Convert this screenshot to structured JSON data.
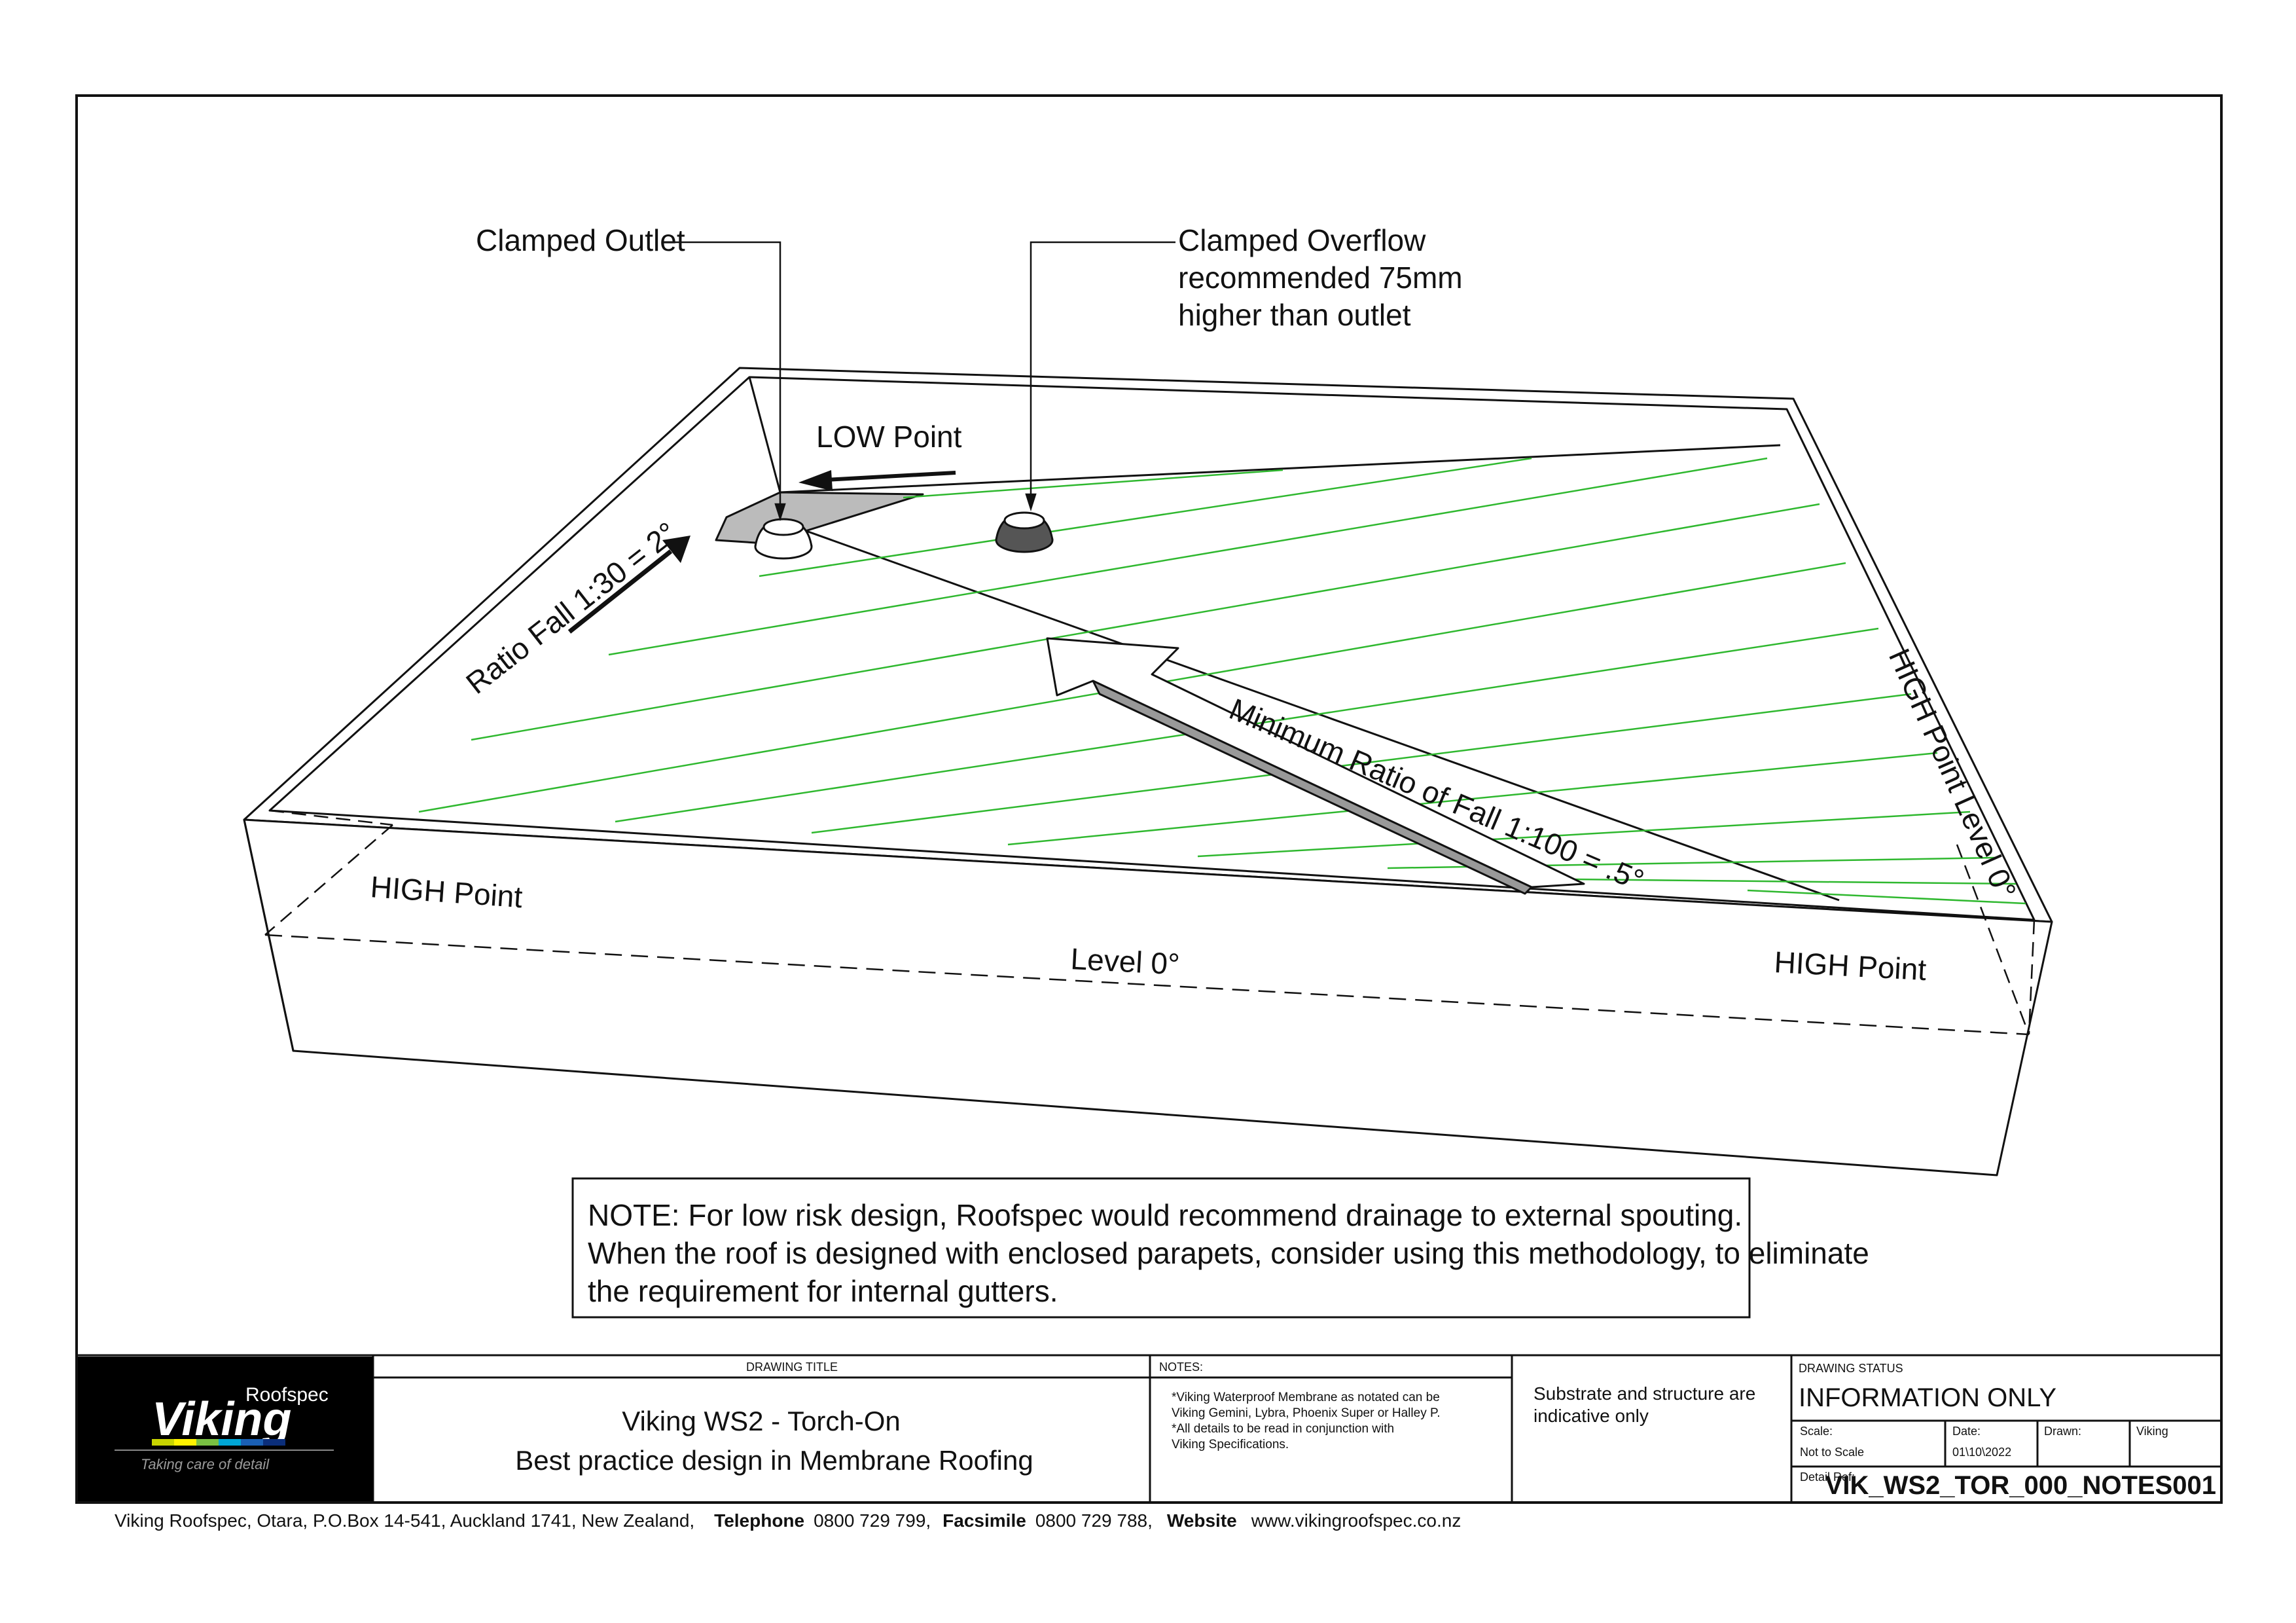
{
  "diagram": {
    "labels": {
      "clamped_outlet": "Clamped Outlet",
      "clamped_overflow": [
        "Clamped Overflow",
        "recommended 75mm",
        "higher than outlet"
      ],
      "low_point": "LOW Point",
      "ratio_fall": "Ratio Fall 1:30 = 2°",
      "minimum_ratio": "Minimum Ratio of Fall 1:100 = .5°",
      "high_point_level": "HIGH Point Level 0°",
      "high_point_left": "HIGH Point",
      "high_point_right": "HIGH Point",
      "level": "Level 0°"
    },
    "note_lines": [
      "NOTE: For low risk design, Roofspec would recommend drainage to external spouting.",
      "When the roof is designed with enclosed parapets, consider using this methodology, to eliminate",
      "the requirement for internal gutters."
    ],
    "colors": {
      "fall_lines": "#2fb82f",
      "outline": "#111111",
      "overflow": "#555555",
      "sump": "#bbbbbb"
    }
  },
  "title_block": {
    "logo": {
      "brand": "Viking",
      "superscript": "Roofspec",
      "tagline": "Taking care of detail"
    },
    "drawing_title_header": "DRAWING TITLE",
    "title_line1": "Viking WS2 - Torch-On",
    "title_line2": "Best practice design in Membrane Roofing",
    "notes_header": "NOTES:",
    "notes_lines": [
      "*Viking Waterproof Membrane as notated can be",
      "Viking Gemini, Lybra, Phoenix Super or Halley P.",
      "*All details to be read in conjunction with",
      "Viking Specifications."
    ],
    "substrate_lines": [
      "Substrate and structure are",
      "indicative only"
    ],
    "status_header": "DRAWING STATUS",
    "status": "INFORMATION ONLY",
    "scale_label": "Scale:",
    "scale_value": "Not to Scale",
    "date_label": "Date:",
    "date_value": "01\\10\\2022",
    "drawn_label": "Drawn:",
    "drawn_value": "Viking",
    "detail_ref_label": "Detail Ref:",
    "detail_ref": "VIK_WS2_TOR_000_NOTES001"
  },
  "footer": {
    "address": "Viking Roofspec, Otara, P.O.Box 14-541, Auckland 1741, New Zealand,",
    "telephone_label": "Telephone",
    "telephone": "0800 729 799,",
    "fax_label": "Facsimile",
    "fax": "0800 729 788,",
    "website_label": "Website",
    "website": "www.vikingroofspec.co.nz"
  }
}
